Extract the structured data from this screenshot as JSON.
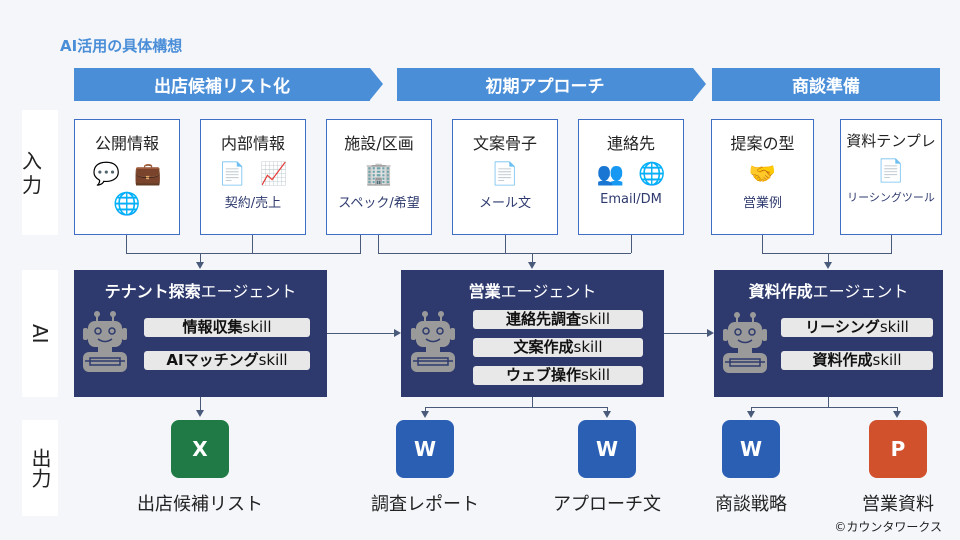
{
  "title": "AI活用の具体構想",
  "phases": [
    "出店候補リスト化",
    "初期アプローチ",
    "商談準備"
  ],
  "row_labels": {
    "input": "入力",
    "ai": "AI",
    "output": "出力"
  },
  "inputs": [
    {
      "title": "公開情報",
      "icons": [
        "chat-icon",
        "briefcase-icon",
        "globe-icon"
      ],
      "sub": ""
    },
    {
      "title": "内部情報",
      "icons": [
        "document-icon",
        "chart-icon"
      ],
      "sub": "契約/売上"
    },
    {
      "title": "施設/区画",
      "icons": [
        "building-icon"
      ],
      "sub": "スペック/希望"
    },
    {
      "title": "文案骨子",
      "icons": [
        "document-icon"
      ],
      "sub": "メール文"
    },
    {
      "title": "連絡先",
      "icons": [
        "people-icon",
        "globe-icon"
      ],
      "sub": "Email/DM"
    },
    {
      "title": "提案の型",
      "icons": [
        "handshake-icon"
      ],
      "sub": "営業例"
    },
    {
      "title": "資料テンプレ",
      "icons": [
        "document-icon"
      ],
      "sub": "リーシングツール"
    }
  ],
  "agents": [
    {
      "bold": "テナント探索",
      "suffix": "エージェント",
      "skills": [
        [
          "情報収集",
          "skill"
        ],
        [
          "AIマッチング",
          "skill"
        ]
      ]
    },
    {
      "bold": "営業",
      "suffix": "エージェント",
      "skills": [
        [
          "連絡先調査",
          "skill"
        ],
        [
          "文案作成",
          "skill"
        ],
        [
          "ウェブ操作",
          "skill"
        ]
      ]
    },
    {
      "bold": "資料作成",
      "suffix": "エージェント",
      "skills": [
        [
          "リーシング",
          "skill"
        ],
        [
          "資料作成",
          "skill"
        ]
      ]
    }
  ],
  "outputs": [
    {
      "label": "出店候補リスト",
      "app": "X",
      "color": "#1f7a45"
    },
    {
      "label": "調査レポート",
      "app": "W",
      "color": "#2b5fb3"
    },
    {
      "label": "アプローチ文",
      "app": "W",
      "color": "#2b5fb3"
    },
    {
      "label": "商談戦略",
      "app": "W",
      "color": "#2b5fb3"
    },
    {
      "label": "営業資料",
      "app": "P",
      "color": "#d0512c"
    }
  ],
  "copyright": "©カウンタワークス"
}
